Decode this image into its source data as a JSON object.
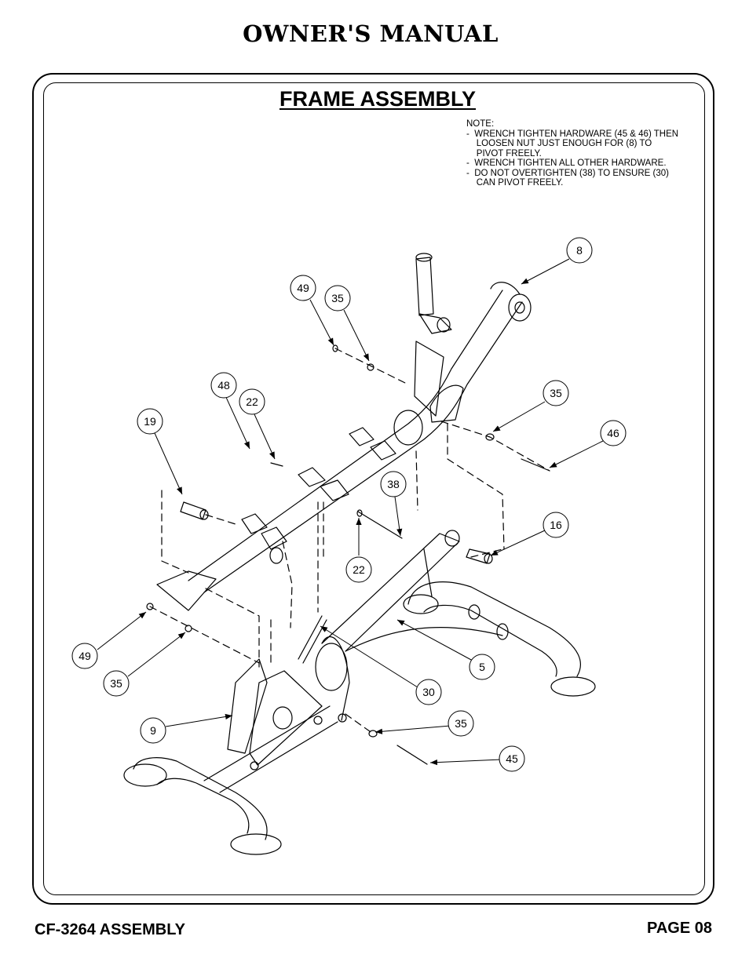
{
  "header": {
    "title": "OWNER'S MANUAL"
  },
  "section": {
    "title": "FRAME ASSEMBLY"
  },
  "notes": {
    "heading": "NOTE:",
    "lines": [
      "-  WRENCH TIGHTEN HARDWARE (45 & 46) THEN",
      "    LOOSEN NUT JUST ENOUGH FOR (8) TO",
      "    PIVOT FREELY.",
      "-  WRENCH TIGHTEN ALL OTHER HARDWARE.",
      "-  DO NOT OVERTIGHTEN (38) TO ENSURE (30)",
      "    CAN PIVOT FREELY."
    ]
  },
  "callouts": [
    "8",
    "49",
    "35",
    "48",
    "22",
    "19",
    "35",
    "46",
    "38",
    "16",
    "22",
    "49",
    "35",
    "5",
    "30",
    "9",
    "35",
    "45"
  ],
  "footer": {
    "model": "CF-3264 ASSEMBLY",
    "page": "PAGE 08"
  }
}
